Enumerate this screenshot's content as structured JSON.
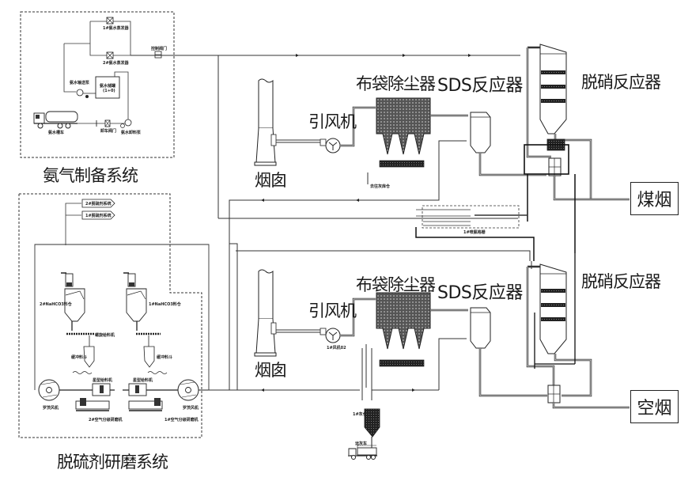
{
  "diagram": {
    "title_labels": {
      "ammonia_system": "氨气制备系统",
      "desulfurizer_grinding_system": "脱硫剂研磨系统"
    },
    "line1": {
      "chimney": "烟囱",
      "induced_fan": "引风机",
      "bag_filter": "布袋除尘器",
      "sds_reactor": "SDS反应器",
      "denitration_reactor": "脱硝反应器",
      "source_box": "煤烟",
      "ash_to_silo": "去往灰库仓"
    },
    "line2": {
      "chimney": "烟囱",
      "induced_fan": "引风机",
      "fan_tag": "1#风机02",
      "bag_filter": "布袋除尘器",
      "sds_reactor": "SDS反应器",
      "denitration_reactor": "脱硝反应器",
      "source_box": "空烟",
      "ash_silo_tag": "1#灰仓",
      "truck_tag": "运灰车"
    },
    "ammonia_parts": {
      "evaporator_1": "1#氨水蒸发器",
      "evaporator_2": "2#氨水蒸发器",
      "valve_tag": "控制阀门",
      "pump_feed": "氨水输送泵",
      "tank": "氨水储罐",
      "tank_spec": "(1+0)",
      "truck": "氨水槽车",
      "unload_valve": "卸车阀门",
      "unload_pump": "氨水卸料泵"
    },
    "grinding_parts": {
      "out_1": "2#脱硫剂系统",
      "out_2": "1#脱硫剂系统",
      "silo_2": "2#NaHCO3料仓",
      "silo_1": "1#NaHCO3料仓",
      "screw_2": "螺旋给料机",
      "hopper": "缓冲料斗",
      "feeder": "星型给料机",
      "blower_left": "罗茨风机",
      "blower_right": "罗茨风机",
      "mill_2": "2#空气分级研磨机",
      "mill_1": "1#空气分级研磨机"
    },
    "ammonia_injection": {
      "group_tag": "1#喷氨格栅"
    }
  }
}
